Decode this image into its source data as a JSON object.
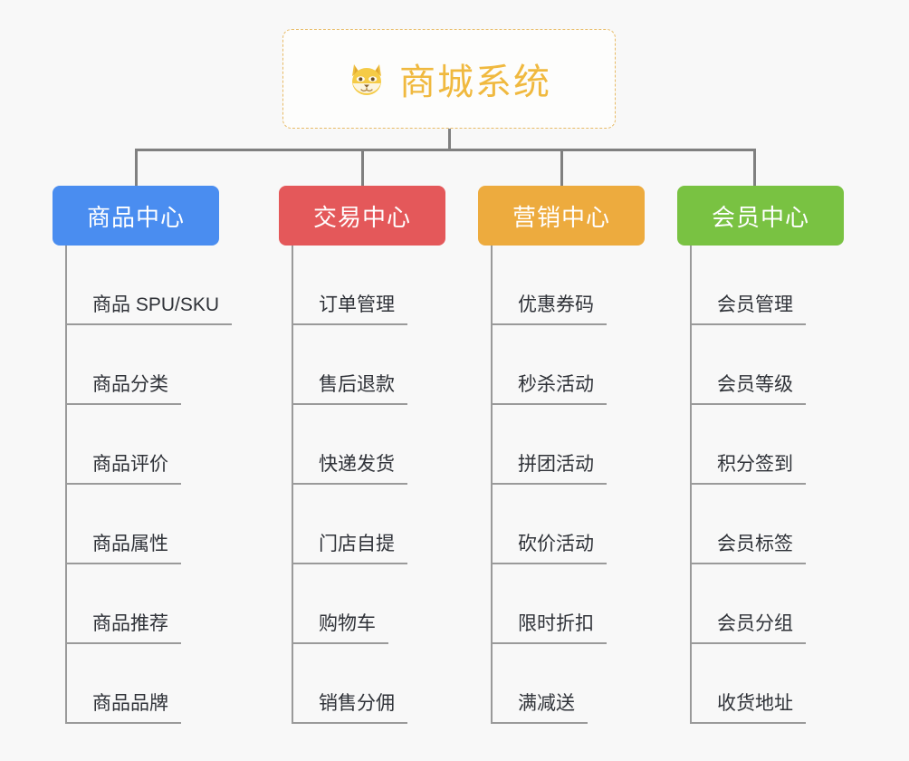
{
  "page": {
    "background_color": "#f8f8f8",
    "type": "org-chart"
  },
  "root": {
    "icon": "shiba-dog-emoji",
    "title": "商城系统",
    "border_color": "#e8bb66",
    "text_color": "#f0b93f"
  },
  "connector_color": "#808080",
  "columns": [
    {
      "id": "product-center",
      "header": "商品中心",
      "color": "#4a8df0",
      "items": [
        "商品 SPU/SKU",
        "商品分类",
        "商品评价",
        "商品属性",
        "商品推荐",
        "商品品牌"
      ]
    },
    {
      "id": "trade-center",
      "header": "交易中心",
      "color": "#e4585a",
      "items": [
        "订单管理",
        "售后退款",
        "快递发货",
        "门店自提",
        "购物车",
        "销售分佣"
      ]
    },
    {
      "id": "marketing-center",
      "header": "营销中心",
      "color": "#edab3e",
      "items": [
        "优惠券码",
        "秒杀活动",
        "拼团活动",
        "砍价活动",
        "限时折扣",
        "满减送"
      ]
    },
    {
      "id": "member-center",
      "header": "会员中心",
      "color": "#79c242",
      "items": [
        "会员管理",
        "会员等级",
        "积分签到",
        "会员标签",
        "会员分组",
        "收货地址"
      ]
    }
  ]
}
